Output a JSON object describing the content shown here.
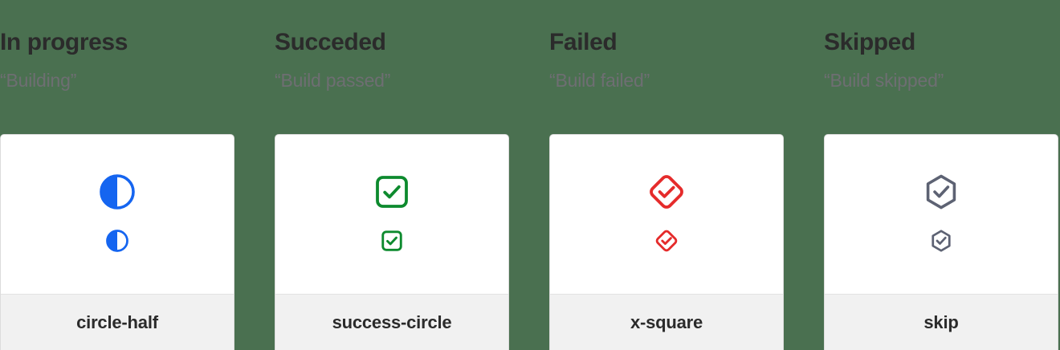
{
  "page": {
    "background_color": "#4a7050",
    "card_background": "#ffffff",
    "label_background": "#f1f1f1",
    "heading_color": "#2b2b2b",
    "subheading_color": "#6e6e72"
  },
  "columns": [
    {
      "heading": "In progress",
      "subheading": "“Building”",
      "icon_name": "circle-half",
      "icon_label": "circle-half",
      "icon_color": "#1565f0",
      "icon_kind": "circle-half"
    },
    {
      "heading": "Succeded",
      "subheading": "“Build passed”",
      "icon_name": "success-circle",
      "icon_label": "success-circle",
      "icon_color": "#0d8a2e",
      "icon_kind": "check-square"
    },
    {
      "heading": "Failed",
      "subheading": "“Build failed”",
      "icon_name": "x-square",
      "icon_label": "x-square",
      "icon_color": "#e52b2b",
      "icon_kind": "check-diamond"
    },
    {
      "heading": "Skipped",
      "subheading": "“Build skipped”",
      "icon_name": "skip",
      "icon_label": "skip",
      "icon_color": "#5d6273",
      "icon_kind": "check-hexagon"
    }
  ]
}
